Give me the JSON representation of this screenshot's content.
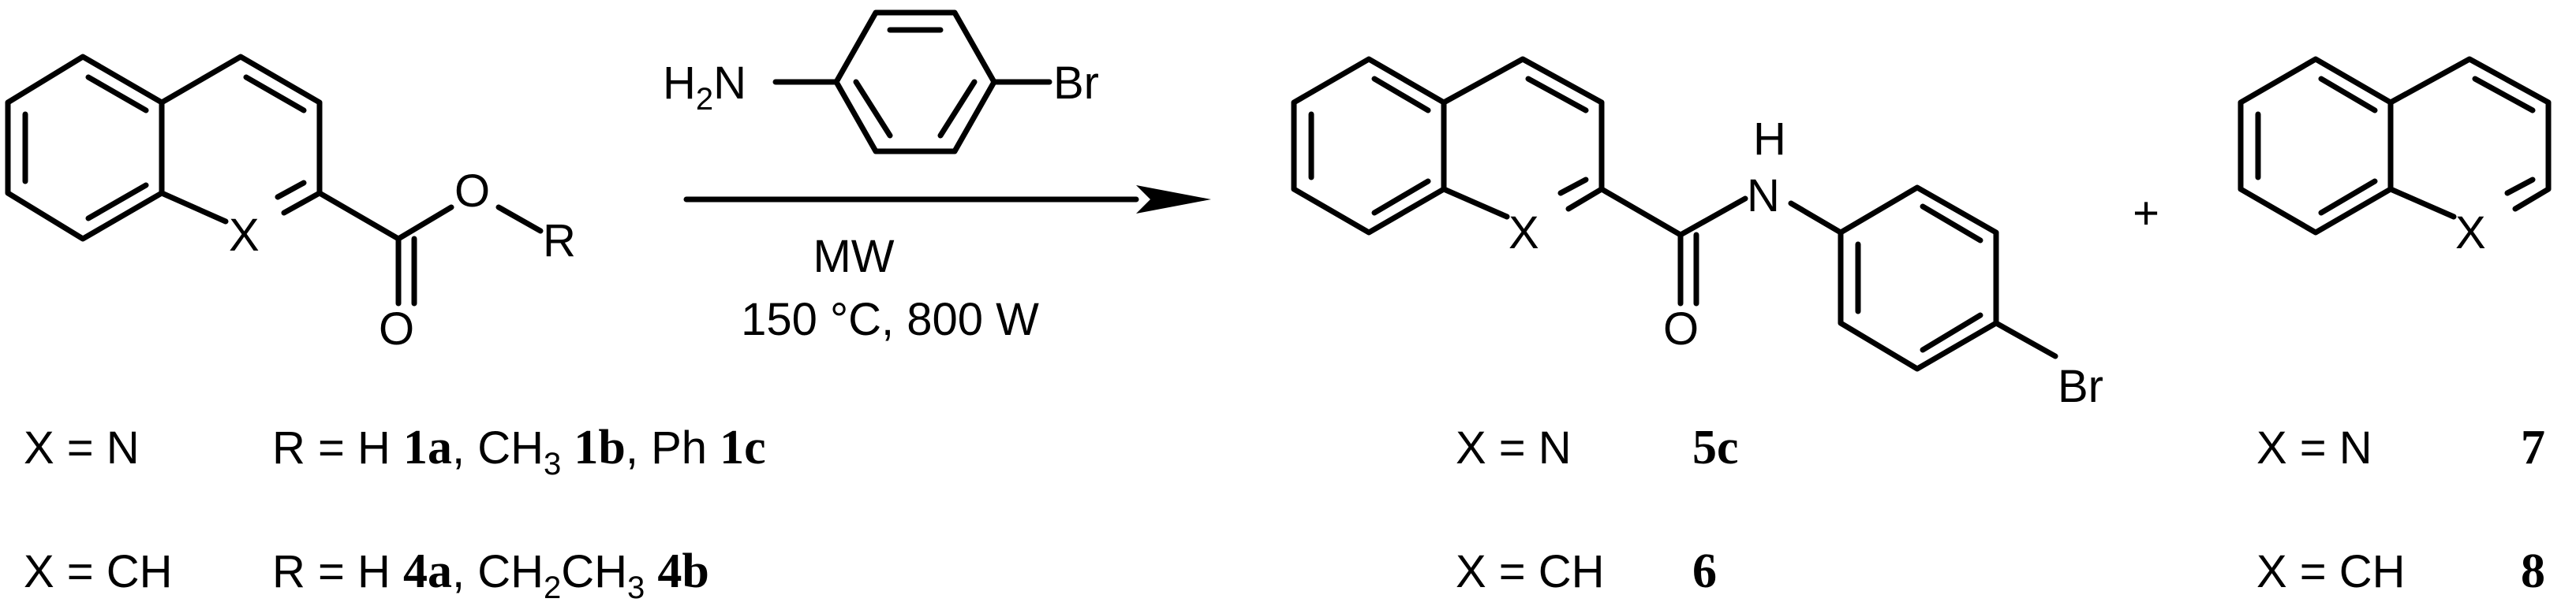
{
  "atoms": {
    "x": "X",
    "o": "O",
    "r": "R",
    "h2n_h": "H",
    "h2n_sub": "2",
    "h2n_n": "N",
    "br": "Br",
    "nh_h": "H",
    "nh_n": "N"
  },
  "conditions": {
    "line1": "MW",
    "line2": "150 °C, 800 W"
  },
  "plus": "+",
  "labels": {
    "row1_x": "X = N",
    "row1_r_prefix": "R = H ",
    "row1_n1": "1a",
    "row1_sep1": ", CH",
    "row1_sub1": "3",
    "row1_n2": "1b",
    "row1_sep2": ", Ph ",
    "row1_n3": "1c",
    "row2_x": "X = CH",
    "row2_r_prefix": "R = H ",
    "row2_n1": "4a",
    "row2_sep1": ", CH",
    "row2_sub1": "2",
    "row2_mid": "CH",
    "row2_sub2": "3",
    "row2_n2": "4b",
    "p1_x": "X = N",
    "p1_n": "5c",
    "p2_x": "X = CH",
    "p2_n": "6",
    "p3_x": "X = N",
    "p3_n": "7",
    "p4_x": "X = CH",
    "p4_n": "8"
  }
}
